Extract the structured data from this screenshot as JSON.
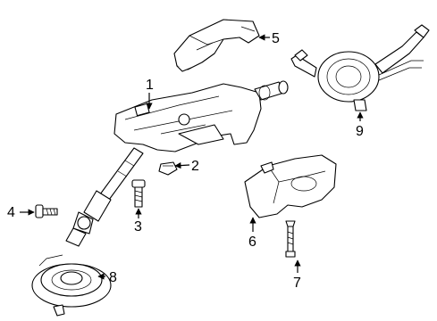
{
  "callouts": [
    {
      "id": "1",
      "part": "steering-column-assembly"
    },
    {
      "id": "2",
      "part": "nut"
    },
    {
      "id": "3",
      "part": "bolt"
    },
    {
      "id": "4",
      "part": "pinch-bolt"
    },
    {
      "id": "5",
      "part": "upper-shroud"
    },
    {
      "id": "6",
      "part": "lower-shroud"
    },
    {
      "id": "7",
      "part": "shroud-screw"
    },
    {
      "id": "8",
      "part": "boot-seal"
    },
    {
      "id": "9",
      "part": "clockspring-switch-assembly"
    }
  ]
}
